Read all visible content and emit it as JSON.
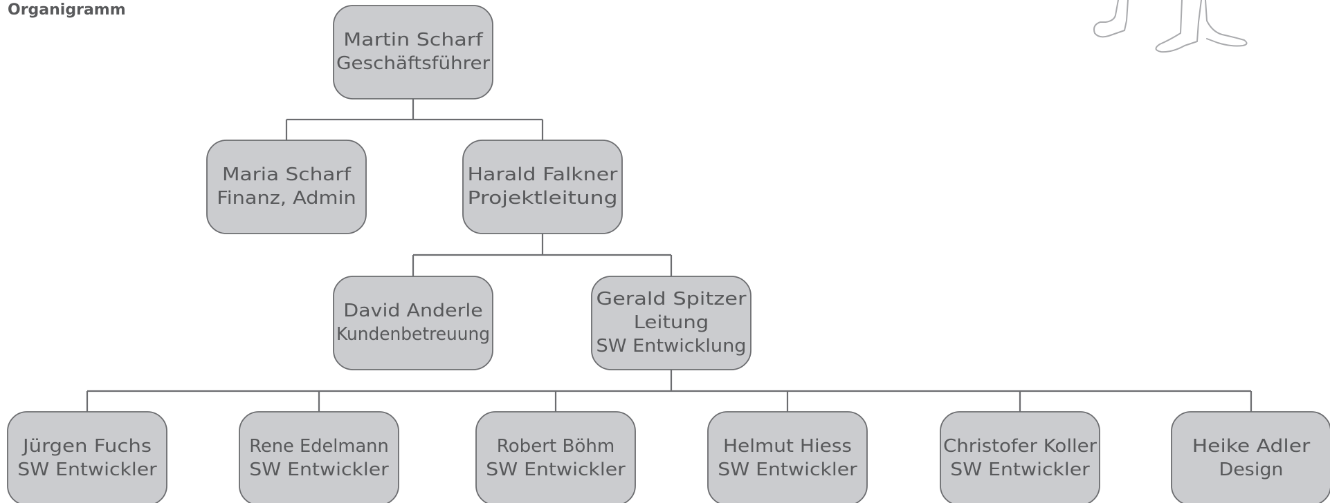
{
  "title": "Organigramm",
  "nodes": [
    {
      "id": "martin",
      "lines": [
        "Martin Scharf",
        "Geschäftsführer"
      ]
    },
    {
      "id": "maria",
      "lines": [
        "Maria Scharf",
        "Finanz, Admin"
      ]
    },
    {
      "id": "harald",
      "lines": [
        "Harald Falkner",
        "Projektleitung"
      ]
    },
    {
      "id": "david",
      "lines": [
        "David Anderle",
        "Kundenbetreuung"
      ]
    },
    {
      "id": "gerald",
      "lines": [
        "Gerald Spitzer",
        "Leitung",
        "SW Entwicklung"
      ]
    },
    {
      "id": "juergen",
      "lines": [
        "Jürgen Fuchs",
        "SW Entwickler"
      ]
    },
    {
      "id": "rene",
      "lines": [
        "Rene Edelmann",
        "SW Entwickler"
      ]
    },
    {
      "id": "robert",
      "lines": [
        "Robert Böhm",
        "SW Entwickler"
      ]
    },
    {
      "id": "helmut",
      "lines": [
        "Helmut Hiess",
        "SW Entwickler"
      ]
    },
    {
      "id": "christofer",
      "lines": [
        "Christofer Koller",
        "SW Entwickler"
      ]
    },
    {
      "id": "heike",
      "lines": [
        "Heike Adler",
        "Design"
      ]
    }
  ],
  "edges": [
    {
      "from": "martin",
      "to": [
        "maria",
        "harald"
      ]
    },
    {
      "from": "harald",
      "to": [
        "david",
        "gerald"
      ]
    },
    {
      "from": "gerald",
      "to": [
        "juergen",
        "rene",
        "robert",
        "helmut",
        "christofer",
        "heike"
      ]
    }
  ],
  "colors": {
    "box_fill": "#cbcccf",
    "box_stroke": "#6b6c6f",
    "text": "#58595b"
  }
}
